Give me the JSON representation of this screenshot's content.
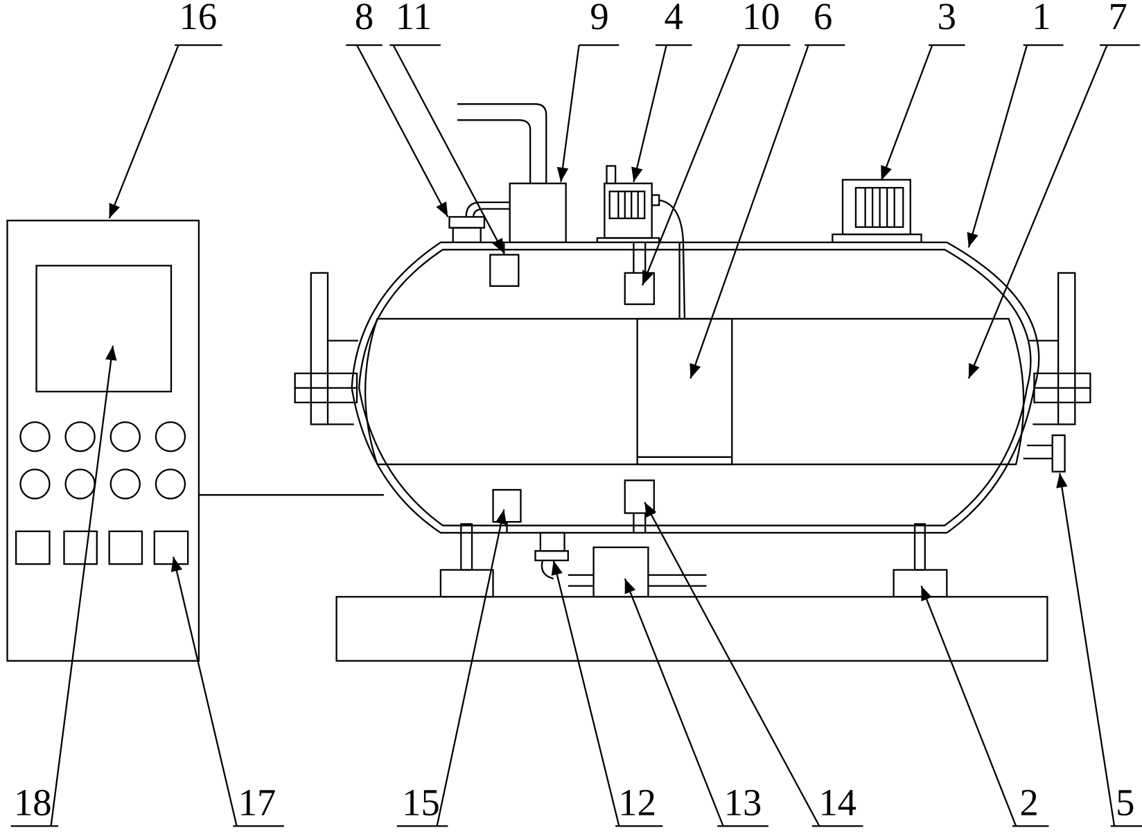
{
  "figure": {
    "labels": [
      {
        "id": "16",
        "text": "16"
      },
      {
        "id": "8",
        "text": "8"
      },
      {
        "id": "11",
        "text": "11"
      },
      {
        "id": "9",
        "text": "9"
      },
      {
        "id": "4",
        "text": "4"
      },
      {
        "id": "10",
        "text": "10"
      },
      {
        "id": "6",
        "text": "6"
      },
      {
        "id": "3",
        "text": "3"
      },
      {
        "id": "1",
        "text": "1"
      },
      {
        "id": "7",
        "text": "7"
      },
      {
        "id": "18",
        "text": "18"
      },
      {
        "id": "17",
        "text": "17"
      },
      {
        "id": "15",
        "text": "15"
      },
      {
        "id": "12",
        "text": "12"
      },
      {
        "id": "13",
        "text": "13"
      },
      {
        "id": "14",
        "text": "14"
      },
      {
        "id": "2",
        "text": "2"
      },
      {
        "id": "5",
        "text": "5"
      }
    ]
  }
}
